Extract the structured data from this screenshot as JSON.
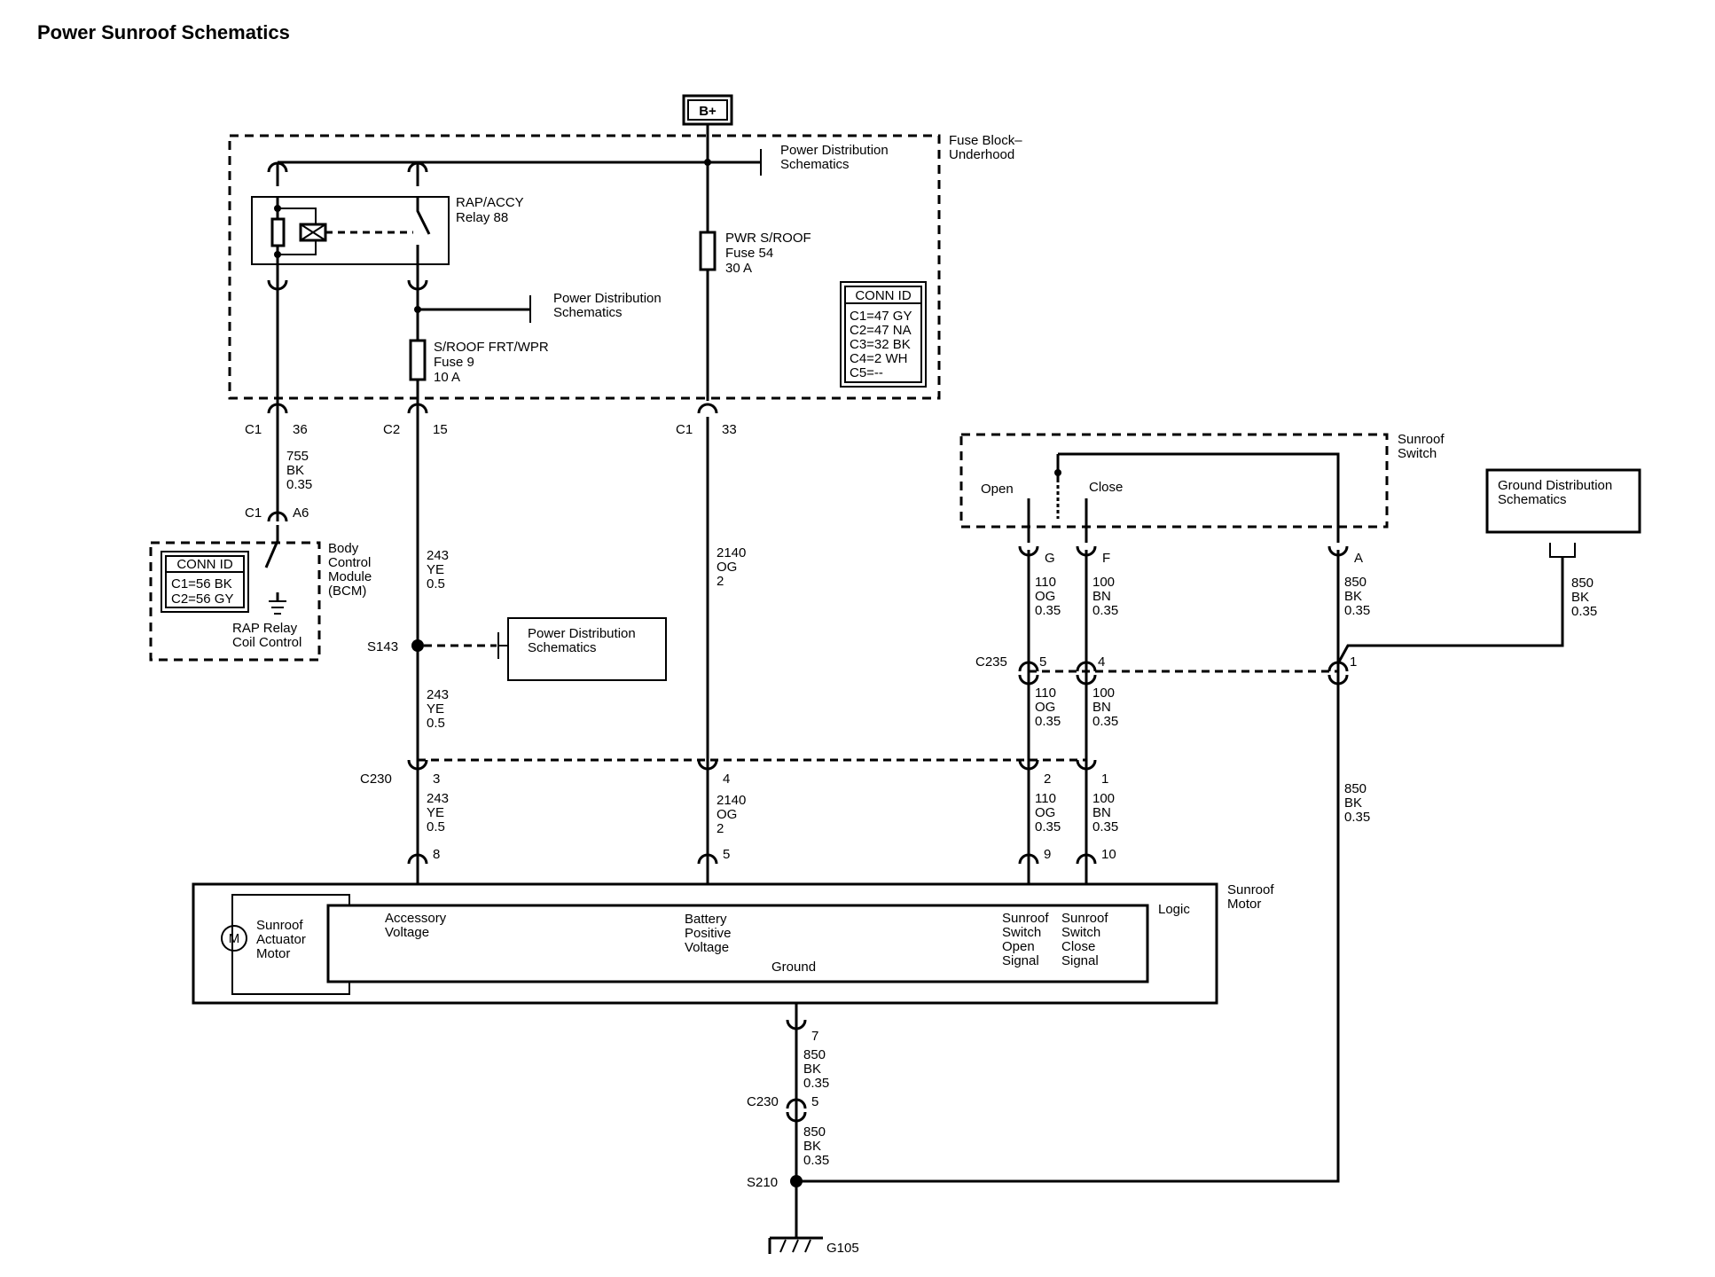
{
  "title": "Power Sunroof Schematics",
  "battery": "B+",
  "fuse_block": {
    "name_line1": "Fuse Block–",
    "name_line2": "Underhood"
  },
  "power_dist": {
    "line1": "Power Distribution",
    "line2": "Schematics"
  },
  "ground_dist": {
    "line1": "Ground Distribution",
    "line2": "Schematics"
  },
  "relay": {
    "name": "RAP/ACCY",
    "number": "Relay 88"
  },
  "fuse_roof": {
    "name": "PWR S/ROOF",
    "number": "Fuse 54",
    "rating": "30 A"
  },
  "fuse_frt": {
    "name": "S/ROOF FRT/WPR",
    "number": "Fuse 9",
    "rating": "10 A"
  },
  "conn_fuse_block": {
    "header": "CONN ID",
    "rows": [
      "C1=47 GY",
      "C2=47 NA",
      "C3=32 BK",
      "C4=2 WH",
      "C5=--"
    ]
  },
  "conn_bcm": {
    "header": "CONN ID",
    "rows": [
      "C1=56 BK",
      "C2=56 GY"
    ]
  },
  "bcm": {
    "name": [
      "Body",
      "Control",
      "Module",
      "(BCM)"
    ],
    "signal": [
      "RAP Relay",
      "Coil Control"
    ]
  },
  "connectors": {
    "c1_36": {
      "conn": "C1",
      "pin": "36"
    },
    "c2_15": {
      "conn": "C2",
      "pin": "15"
    },
    "c1_33": {
      "conn": "C1",
      "pin": "33"
    },
    "c1_a6": {
      "conn": "C1",
      "pin": "A6"
    },
    "c235": {
      "conn": "C235",
      "pin5": "5",
      "pin4": "4",
      "pin1": "1"
    },
    "c230": {
      "conn": "C230",
      "pin3": "3",
      "pin4": "4",
      "pin2": "2",
      "pin1": "1"
    },
    "motor_pins": {
      "p8": "8",
      "p5": "5",
      "p9": "9",
      "p10": "10",
      "p7": "7"
    },
    "switch_pins": {
      "g": "G",
      "f": "F",
      "a": "A"
    },
    "c230_lower": {
      "conn": "C230",
      "pin": "5"
    }
  },
  "splices": {
    "s143": "S143",
    "s210": "S210"
  },
  "ground": "G105",
  "wires": {
    "w755": [
      "755",
      "BK",
      "0.35"
    ],
    "w243a": [
      "243",
      "YE",
      "0.5"
    ],
    "w243b": [
      "243",
      "YE",
      "0.5"
    ],
    "w243c": [
      "243",
      "YE",
      "0.5"
    ],
    "w2140a": [
      "2140",
      "OG",
      "2"
    ],
    "w2140b": [
      "2140",
      "OG",
      "2"
    ],
    "w110a": [
      "110",
      "OG",
      "0.35"
    ],
    "w110b": [
      "110",
      "OG",
      "0.35"
    ],
    "w110c": [
      "110",
      "OG",
      "0.35"
    ],
    "w100a": [
      "100",
      "BN",
      "0.35"
    ],
    "w100b": [
      "100",
      "BN",
      "0.35"
    ],
    "w100c": [
      "100",
      "BN",
      "0.35"
    ],
    "w850a": [
      "850",
      "BK",
      "0.35"
    ],
    "w850b": [
      "850",
      "BK",
      "0.35"
    ],
    "w850c": [
      "850",
      "BK",
      "0.35"
    ],
    "w850d": [
      "850",
      "BK",
      "0.35"
    ],
    "w850e": [
      "850",
      "BK",
      "0.35"
    ]
  },
  "switch": {
    "name": [
      "Sunroof",
      "Switch"
    ],
    "open": "Open",
    "close": "Close"
  },
  "motor": {
    "name": [
      "Sunroof",
      "Motor"
    ],
    "logic": "Logic",
    "actuator": [
      "Sunroof",
      "Actuator",
      "Motor"
    ],
    "m": "M",
    "acc": [
      "Accessory",
      "Voltage"
    ],
    "bat": [
      "Battery",
      "Positive",
      "Voltage"
    ],
    "open_sig": [
      "Sunroof",
      "Switch",
      "Open",
      "Signal"
    ],
    "close_sig": [
      "Sunroof",
      "Switch",
      "Close",
      "Signal"
    ],
    "ground": "Ground"
  }
}
